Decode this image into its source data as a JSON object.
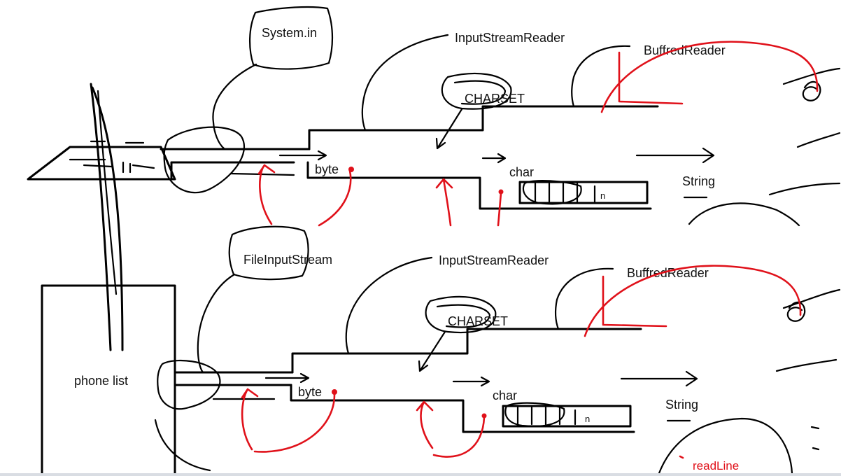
{
  "labels": {
    "system_in": "System.in",
    "isr_top": "InputStreamReader",
    "br_top": "BuffredReader",
    "charset_top": "CHARSET",
    "byte_top": "byte",
    "char_top": "char",
    "string_top": "String",
    "file_input_stream": "FileInputStream",
    "isr_bottom": "InputStreamReader",
    "br_bottom": "BuffredReader",
    "charset_bottom": "CHARSET",
    "byte_bottom": "byte",
    "char_bottom": "char",
    "string_bottom": "String",
    "phone_list": "phone list",
    "read_line": "readLine",
    "buffer_n_top": "n",
    "buffer_n_bottom": "n"
  },
  "colors": {
    "ink": "#000000",
    "accent_red": "#e0111a",
    "background": "#ffffff"
  }
}
